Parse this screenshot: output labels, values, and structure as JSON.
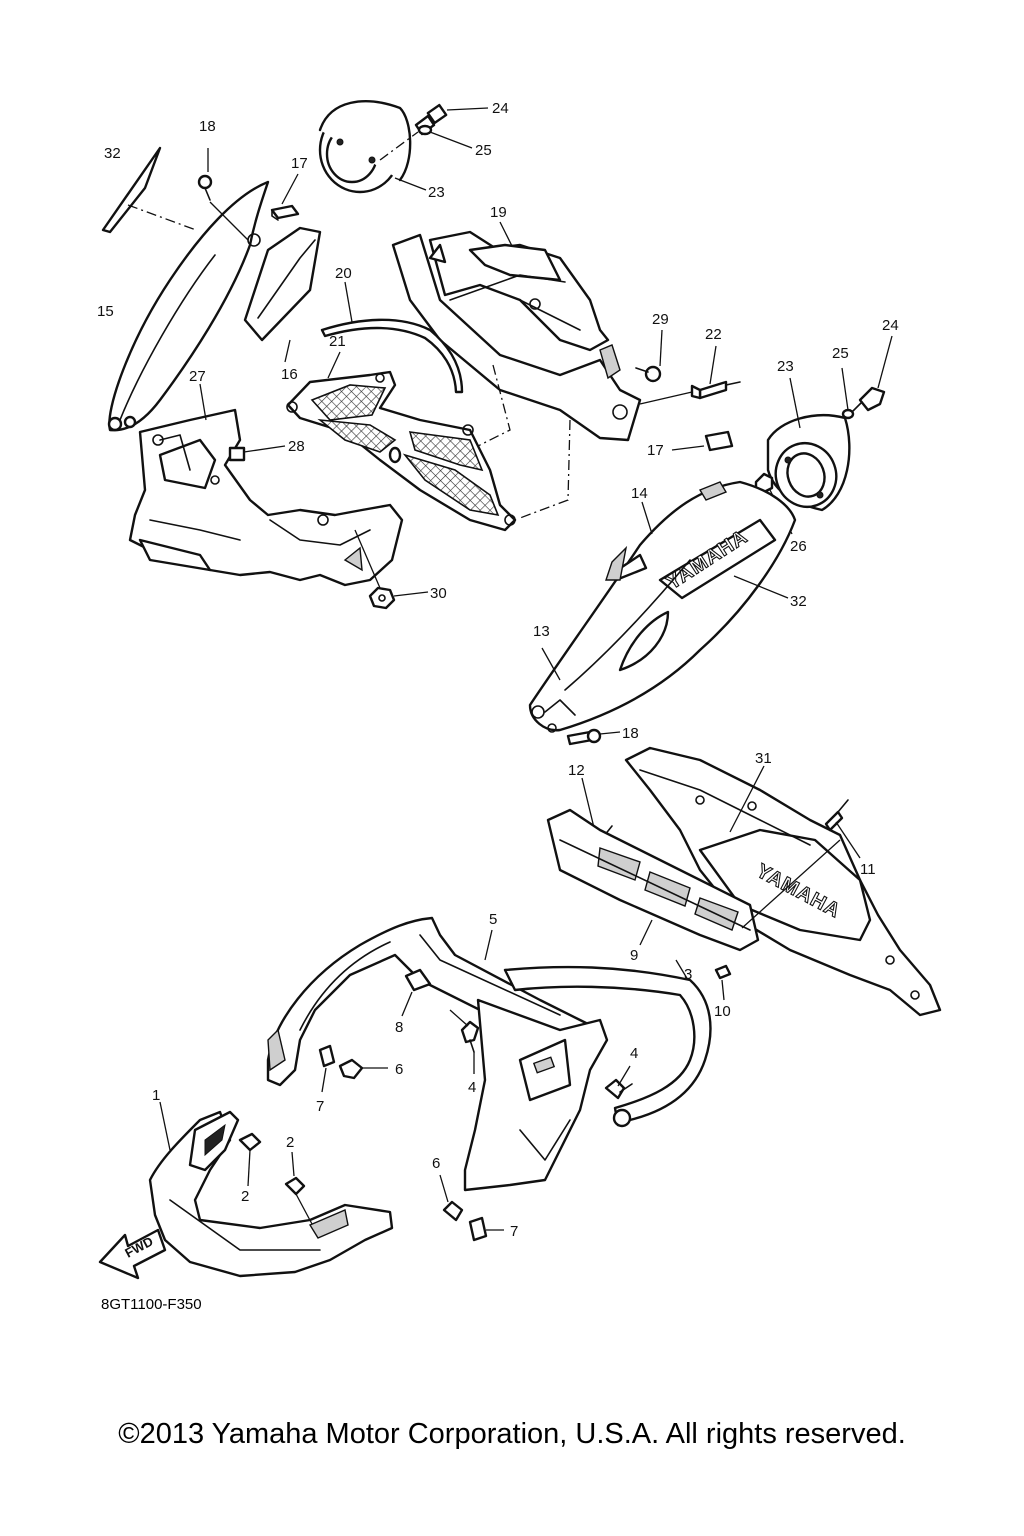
{
  "diagram": {
    "part_code": "8GT1100-F350",
    "copyright": "©2013 Yamaha Motor Corporation, U.S.A. All rights reserved.",
    "fwd_label": "FWD",
    "brand_text": "YAMAHA",
    "callouts": {
      "c1": "1",
      "c2a": "2",
      "c2b": "2",
      "c3": "3",
      "c4a": "4",
      "c4b": "4",
      "c5": "5",
      "c6a": "6",
      "c6b": "6",
      "c7a": "7",
      "c7b": "7",
      "c8": "8",
      "c9": "9",
      "c10": "10",
      "c11": "11",
      "c12": "12",
      "c13": "13",
      "c14": "14",
      "c15": "15",
      "c16": "16",
      "c17a": "17",
      "c17b": "17",
      "c18a": "18",
      "c18b": "18",
      "c19": "19",
      "c20": "20",
      "c21": "21",
      "c22": "22",
      "c23a": "23",
      "c23b": "23",
      "c24a": "24",
      "c24b": "24",
      "c25a": "25",
      "c25b": "25",
      "c26": "26",
      "c27": "27",
      "c28": "28",
      "c29": "29",
      "c30": "30",
      "c31": "31",
      "c32a": "32",
      "c32b": "32"
    }
  }
}
